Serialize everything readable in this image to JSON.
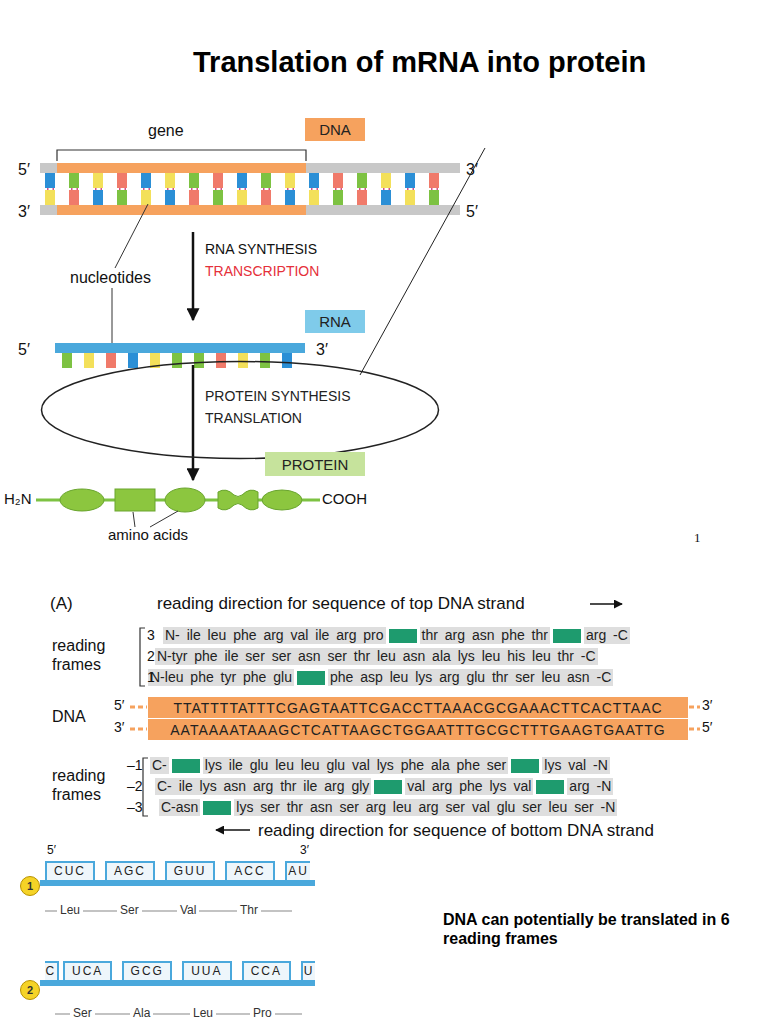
{
  "diagram": {
    "title": "Translation of mRNA into protein",
    "nodes": [
      {
        "text": [
          "DNA"
        ]
      },
      {
        "text": [
          "RNA"
        ]
      },
      {
        "text": [
          "PROTEIN SYNTHESIS",
          "TRANSLATION"
        ]
      },
      {
        "text": [
          "PROTEIN"
        ]
      },
      {
        "text": [
          "TTATTTTATTTCGAGTAATTCGACCTTAAACGCGAAACTTCACTTAAC"
        ]
      },
      {
        "text": [
          "AATAAAATAAAGCTCATTAAGCTGGAATTTGCGCTTTGAAGTGAATTG"
        ]
      },
      {
        "text": [
          "1"
        ]
      },
      {
        "text": [
          "CUC",
          "AGC",
          "GUU",
          "ACC",
          "AU"
        ]
      },
      {
        "text": [
          "2"
        ]
      },
      {
        "text": [
          "C",
          "UCA",
          "GCG",
          "UUA",
          "CCA",
          "U"
        ]
      }
    ],
    "labels": [
      "gene",
      "5′",
      "3′",
      "3′",
      "5′",
      "nucleotides",
      "RNA SYNTHESIS",
      "TRANSCRIPTION",
      "5′",
      "3′",
      "H₂N",
      "COOH",
      "amino acids",
      "1",
      "(A)",
      "reading direction for sequence of top DNA strand",
      "reading frames",
      "3",
      "2",
      "1",
      "N- ile leu phe arg val ile arg pro",
      "thr arg asn phe thr",
      "arg -C",
      "N-tyr phe ile ser ser asn ser thr leu asn ala lys leu his leu thr -C",
      "N-leu phe tyr phe glu",
      "phe asp leu lys arg glu thr ser leu asn -C",
      "DNA",
      "5′",
      "3′",
      "3′",
      "5′",
      "reading frames",
      "–1",
      "–2",
      "–3",
      "C-",
      "lys ile glu leu leu glu val lys phe ala phe ser",
      "lys val -N",
      "C- ile lys asn arg thr ile arg gly",
      "val arg phe lys val",
      "arg -N",
      "C-asn",
      "lys ser thr asn ser arg leu arg ser val glu ser leu ser -N",
      "reading direction for sequence of bottom DNA strand",
      "5′",
      "3′",
      "Leu",
      "Ser",
      "Val",
      "Thr",
      "DNA can potentially be translated in 6 reading frames",
      "Ser",
      "Ala",
      "Leu",
      "Pro"
    ]
  }
}
